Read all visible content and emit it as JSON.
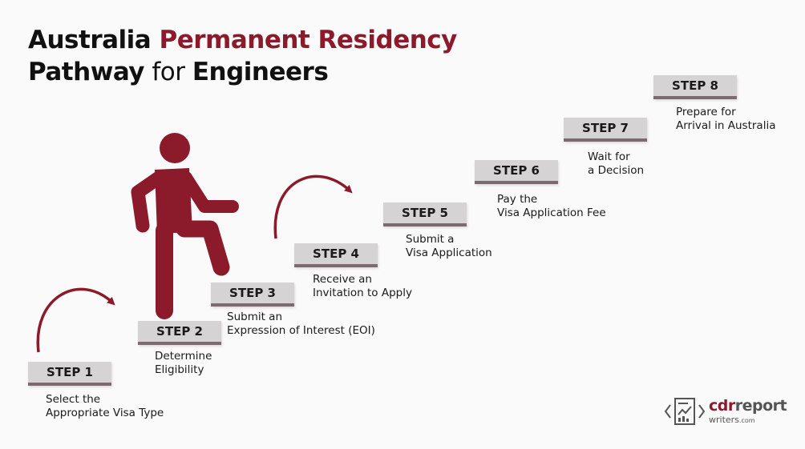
{
  "title": {
    "part1": "Australia ",
    "part2": "Permanent Residency",
    "part3": "Pathway",
    "part4": " for ",
    "part5": "Engineers"
  },
  "steps": [
    {
      "label": "STEP 1",
      "line1": "Select the",
      "line2": "Appropriate Visa Type"
    },
    {
      "label": "STEP 2",
      "line1": "Determine",
      "line2": "Eligibility"
    },
    {
      "label": "STEP 3",
      "line1": "Submit an",
      "line2": "Expression of Interest (EOI)"
    },
    {
      "label": "STEP 4",
      "line1": "Receive an",
      "line2": "Invitation to Apply"
    },
    {
      "label": "STEP 5",
      "line1": "Submit a",
      "line2": "Visa Application"
    },
    {
      "label": "STEP 6",
      "line1": "Pay the",
      "line2": "Visa Application Fee"
    },
    {
      "label": "STEP 7",
      "line1": "Wait for",
      "line2": "a Decision"
    },
    {
      "label": "STEP 8",
      "line1": "Prepare for",
      "line2": "Arrival in Australia"
    }
  ],
  "logo": {
    "cdr": "cdr",
    "report": "report",
    "writers": "writers",
    "tld": ".com"
  },
  "colors": {
    "accent": "#8b1a2b",
    "step_block": "#d6d3d4",
    "step_shadow": "#7b6b70",
    "text": "#111111"
  },
  "icons": [
    "person-climbing-icon",
    "curved-arrow-icon",
    "document-chart-icon"
  ]
}
